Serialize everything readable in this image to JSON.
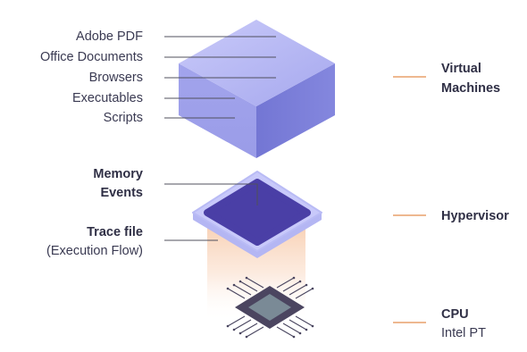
{
  "vm_inputs": [
    "Adobe PDF",
    "Office Documents",
    "Browsers",
    "Executables",
    "Scripts"
  ],
  "hypervisor_inputs": {
    "memory_line1": "Memory",
    "memory_line2": "Events",
    "trace_title": "Trace file",
    "trace_sub": "(Execution Flow)"
  },
  "layers": {
    "vm_line1": "Virtual",
    "vm_line2": "Machines",
    "hypervisor": "Hypervisor",
    "cpu": "CPU",
    "cpu_sub": "Intel PT"
  },
  "colors": {
    "vm_top": "#b3b4f3",
    "vm_side": "#7f82dc",
    "hypervisor_frame": "#c8c9fa",
    "hypervisor_core": "#4a3fa6",
    "beam": "#f9d9c4",
    "chip_body": "#4b4560",
    "chip_die": "#7a8a96",
    "accent_line": "#e8a06b"
  }
}
